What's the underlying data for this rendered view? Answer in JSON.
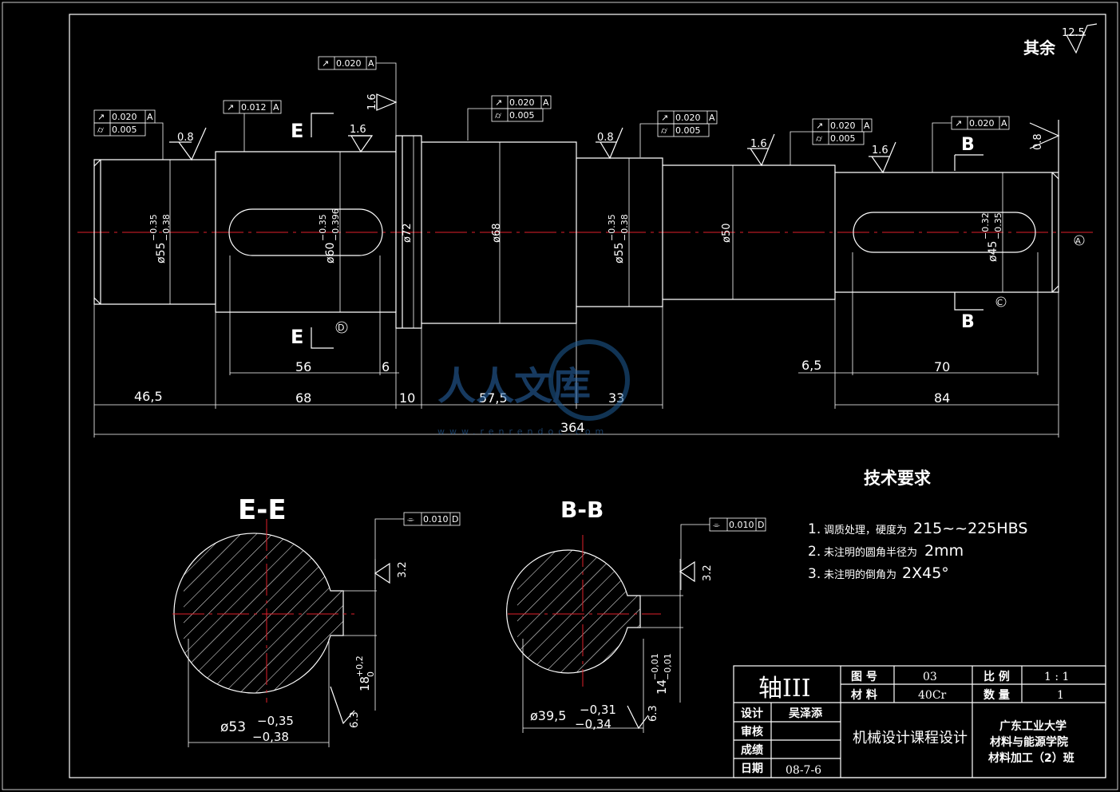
{
  "roughness_note": {
    "label": "其余",
    "value": "12.5"
  },
  "roughness_marks": [
    "1.6",
    "0.8",
    "1.6",
    "0.8",
    "1.6",
    "1.6",
    "0.8"
  ],
  "tolerance_frames": [
    {
      "id": "f1",
      "rows": [
        [
          "↗",
          "0.020",
          "A"
        ],
        [
          "⌭",
          "0.005",
          ""
        ]
      ]
    },
    {
      "id": "f2",
      "rows": [
        [
          "↗",
          "0.012",
          "A"
        ]
      ]
    },
    {
      "id": "f3",
      "rows": [
        [
          "↗",
          "0.020",
          "A"
        ]
      ]
    },
    {
      "id": "f4",
      "rows": [
        [
          "↗",
          "0.020",
          "A"
        ],
        [
          "⌭",
          "0.005",
          ""
        ]
      ]
    },
    {
      "id": "f5",
      "rows": [
        [
          "↗",
          "0.020",
          "A"
        ],
        [
          "⌭",
          "0.005",
          ""
        ]
      ]
    },
    {
      "id": "f6",
      "rows": [
        [
          "↗",
          "0.020",
          "A"
        ],
        [
          "⌭",
          "0.005",
          ""
        ]
      ]
    },
    {
      "id": "f7",
      "rows": [
        [
          "↗",
          "0.020",
          "A"
        ]
      ]
    },
    {
      "id": "f8",
      "rows": [
        [
          "⌯",
          "0.010",
          "D"
        ]
      ]
    },
    {
      "id": "f9",
      "rows": [
        [
          "⌯",
          "0.010",
          "D"
        ]
      ]
    }
  ],
  "section_labels": {
    "e": "E",
    "b": "B"
  },
  "diameters": {
    "d1": {
      "base": "ø55",
      "up": "−0.35",
      "lo": "−0.38"
    },
    "d2": {
      "base": "ø60",
      "up": "−0.35",
      "lo": "−0.396"
    },
    "d3": {
      "base": "ø72"
    },
    "d4": {
      "base": "ø68"
    },
    "d5": {
      "base": "ø55",
      "up": "−0.35",
      "lo": "−0.38"
    },
    "d6": {
      "base": "ø50"
    },
    "d7": {
      "base": "ø45",
      "up": "−0.32",
      "lo": "−0.35"
    }
  },
  "datums": {
    "a": "A",
    "d": "D",
    "c": "C"
  },
  "dims_row1": {
    "k56": "56",
    "k6": "6",
    "k65": "6,5",
    "k70": "70"
  },
  "dims_row2": {
    "a": "46,5",
    "b": "68",
    "c": "10",
    "d": "57,5",
    "e": "33",
    "f": "84"
  },
  "dims_total": "364",
  "section_ee": {
    "title": "E-E",
    "dia_base": "ø53",
    "dia_up": "−0,35",
    "dia_lo": "−0,38",
    "key_base": "18",
    "key_up": "+0,2",
    "key_lo": "0",
    "rough_a": "3.2",
    "rough_b": "6.3"
  },
  "section_bb": {
    "title": "B-B",
    "dia_base": "ø39,5",
    "dia_up": "−0,31",
    "dia_lo": "−0,34",
    "key_base": "14",
    "key_up": "−0,01",
    "key_lo": "−0,01",
    "rough_a": "3.2",
    "rough_b": "6.3"
  },
  "tech_req": {
    "title": "技术要求",
    "items": [
      {
        "n": "1.",
        "t": "调质处理，硬度为",
        "v": "215~~225HBS"
      },
      {
        "n": "2.",
        "t": "未注明的圆角半径为",
        "v": "2mm"
      },
      {
        "n": "3.",
        "t": "未注明的倒角为",
        "v": "2X45°"
      }
    ]
  },
  "title_block": {
    "part_name": "轴III",
    "drawing_no_label": "图 号",
    "drawing_no": "03",
    "scale_label": "比 例",
    "scale": "1 : 1",
    "material_label": "材 料",
    "material": "40Cr",
    "qty_label": "数 量",
    "qty": "1",
    "design_label": "设计",
    "designer": "吴泽添",
    "review_label": "审核",
    "finish_label": "成绩",
    "date_label": "日期",
    "date": "08-7-6",
    "course": "机械设计课程设计",
    "org1": "广东工业大学",
    "org2": "材料与能源学院",
    "org3": "材料加工（2）班"
  },
  "watermark": {
    "brand": "人人文库",
    "url": "www.renrendoc.com"
  }
}
